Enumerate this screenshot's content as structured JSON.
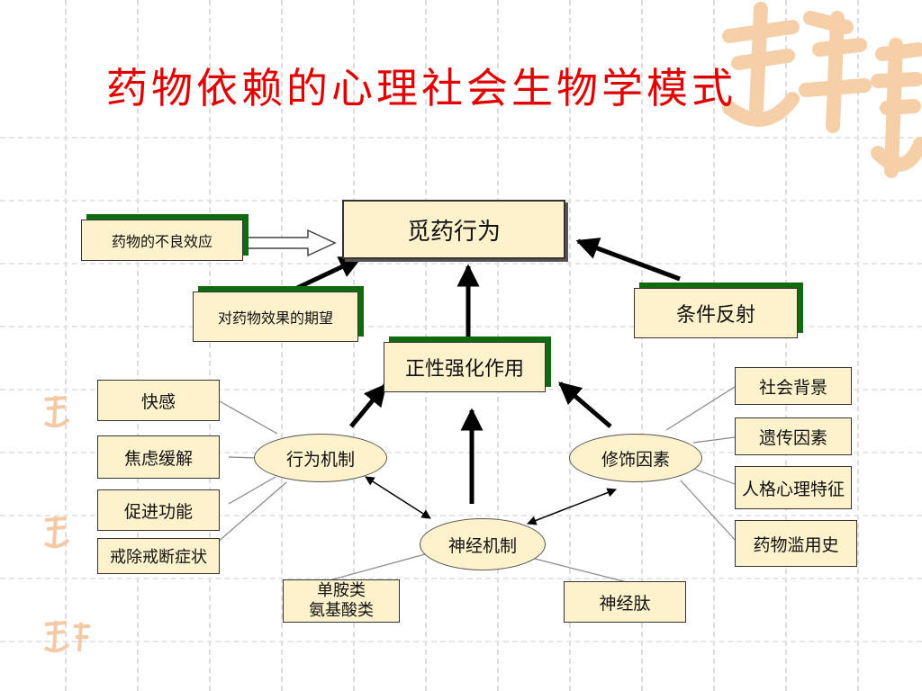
{
  "title": "药物依赖的心理社会生物学模式",
  "nodes": {
    "seeking": "觅药行为",
    "adverse": "药物的不良效应",
    "expectation": "对药物效果的期望",
    "conditioned": "条件反射",
    "positive": "正性强化作用",
    "behavior": "行为机制",
    "modifying": "修饰因素",
    "neural": "神经机制",
    "pleasure": "快感",
    "anxiety": "焦虑缓解",
    "function": "促进功能",
    "withdrawal": "戒除戒断症状",
    "social": "社会背景",
    "genetic": "遗传因素",
    "personality": "人格心理特征",
    "abuse": "药物滥用史",
    "monoamine_1": "单胺类",
    "monoamine_2": "氨基酸类",
    "peptide": "神经肽"
  },
  "colors": {
    "title": "#e00000",
    "box_fill": "#fdf2cc",
    "box_shadow": "#0f6a10",
    "watermark": "#f5cfa8"
  }
}
